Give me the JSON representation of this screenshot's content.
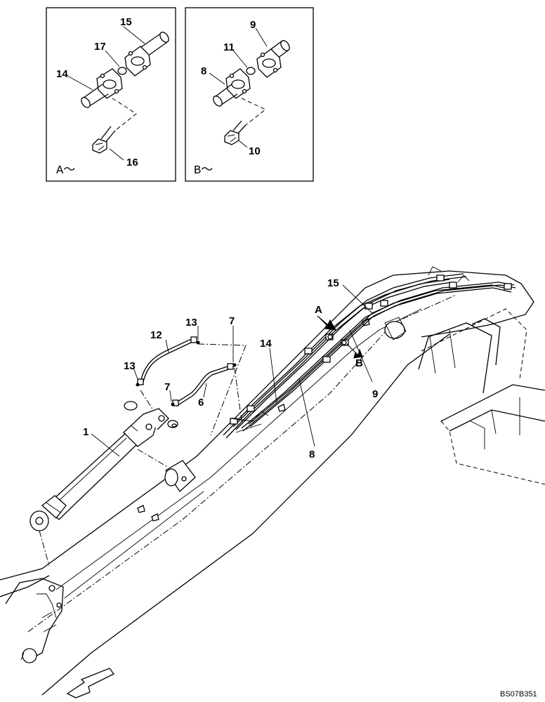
{
  "diagram": {
    "callouts": {
      "inset_a": {
        "p15": "15",
        "p17": "17",
        "p14": "14",
        "p16": "16",
        "view": "A～"
      },
      "inset_b": {
        "p9": "9",
        "p11": "11",
        "p8": "8",
        "p10": "10",
        "view": "B～"
      },
      "main": {
        "p15": "15",
        "pA": "A",
        "pB": "B",
        "p14": "14",
        "p9": "9",
        "p8": "8",
        "p13a": "13",
        "p12": "12",
        "p7a": "7",
        "p13b": "13",
        "p7b": "7",
        "p6": "6",
        "p1": "1"
      }
    },
    "drawing_code": "BS07B351"
  }
}
